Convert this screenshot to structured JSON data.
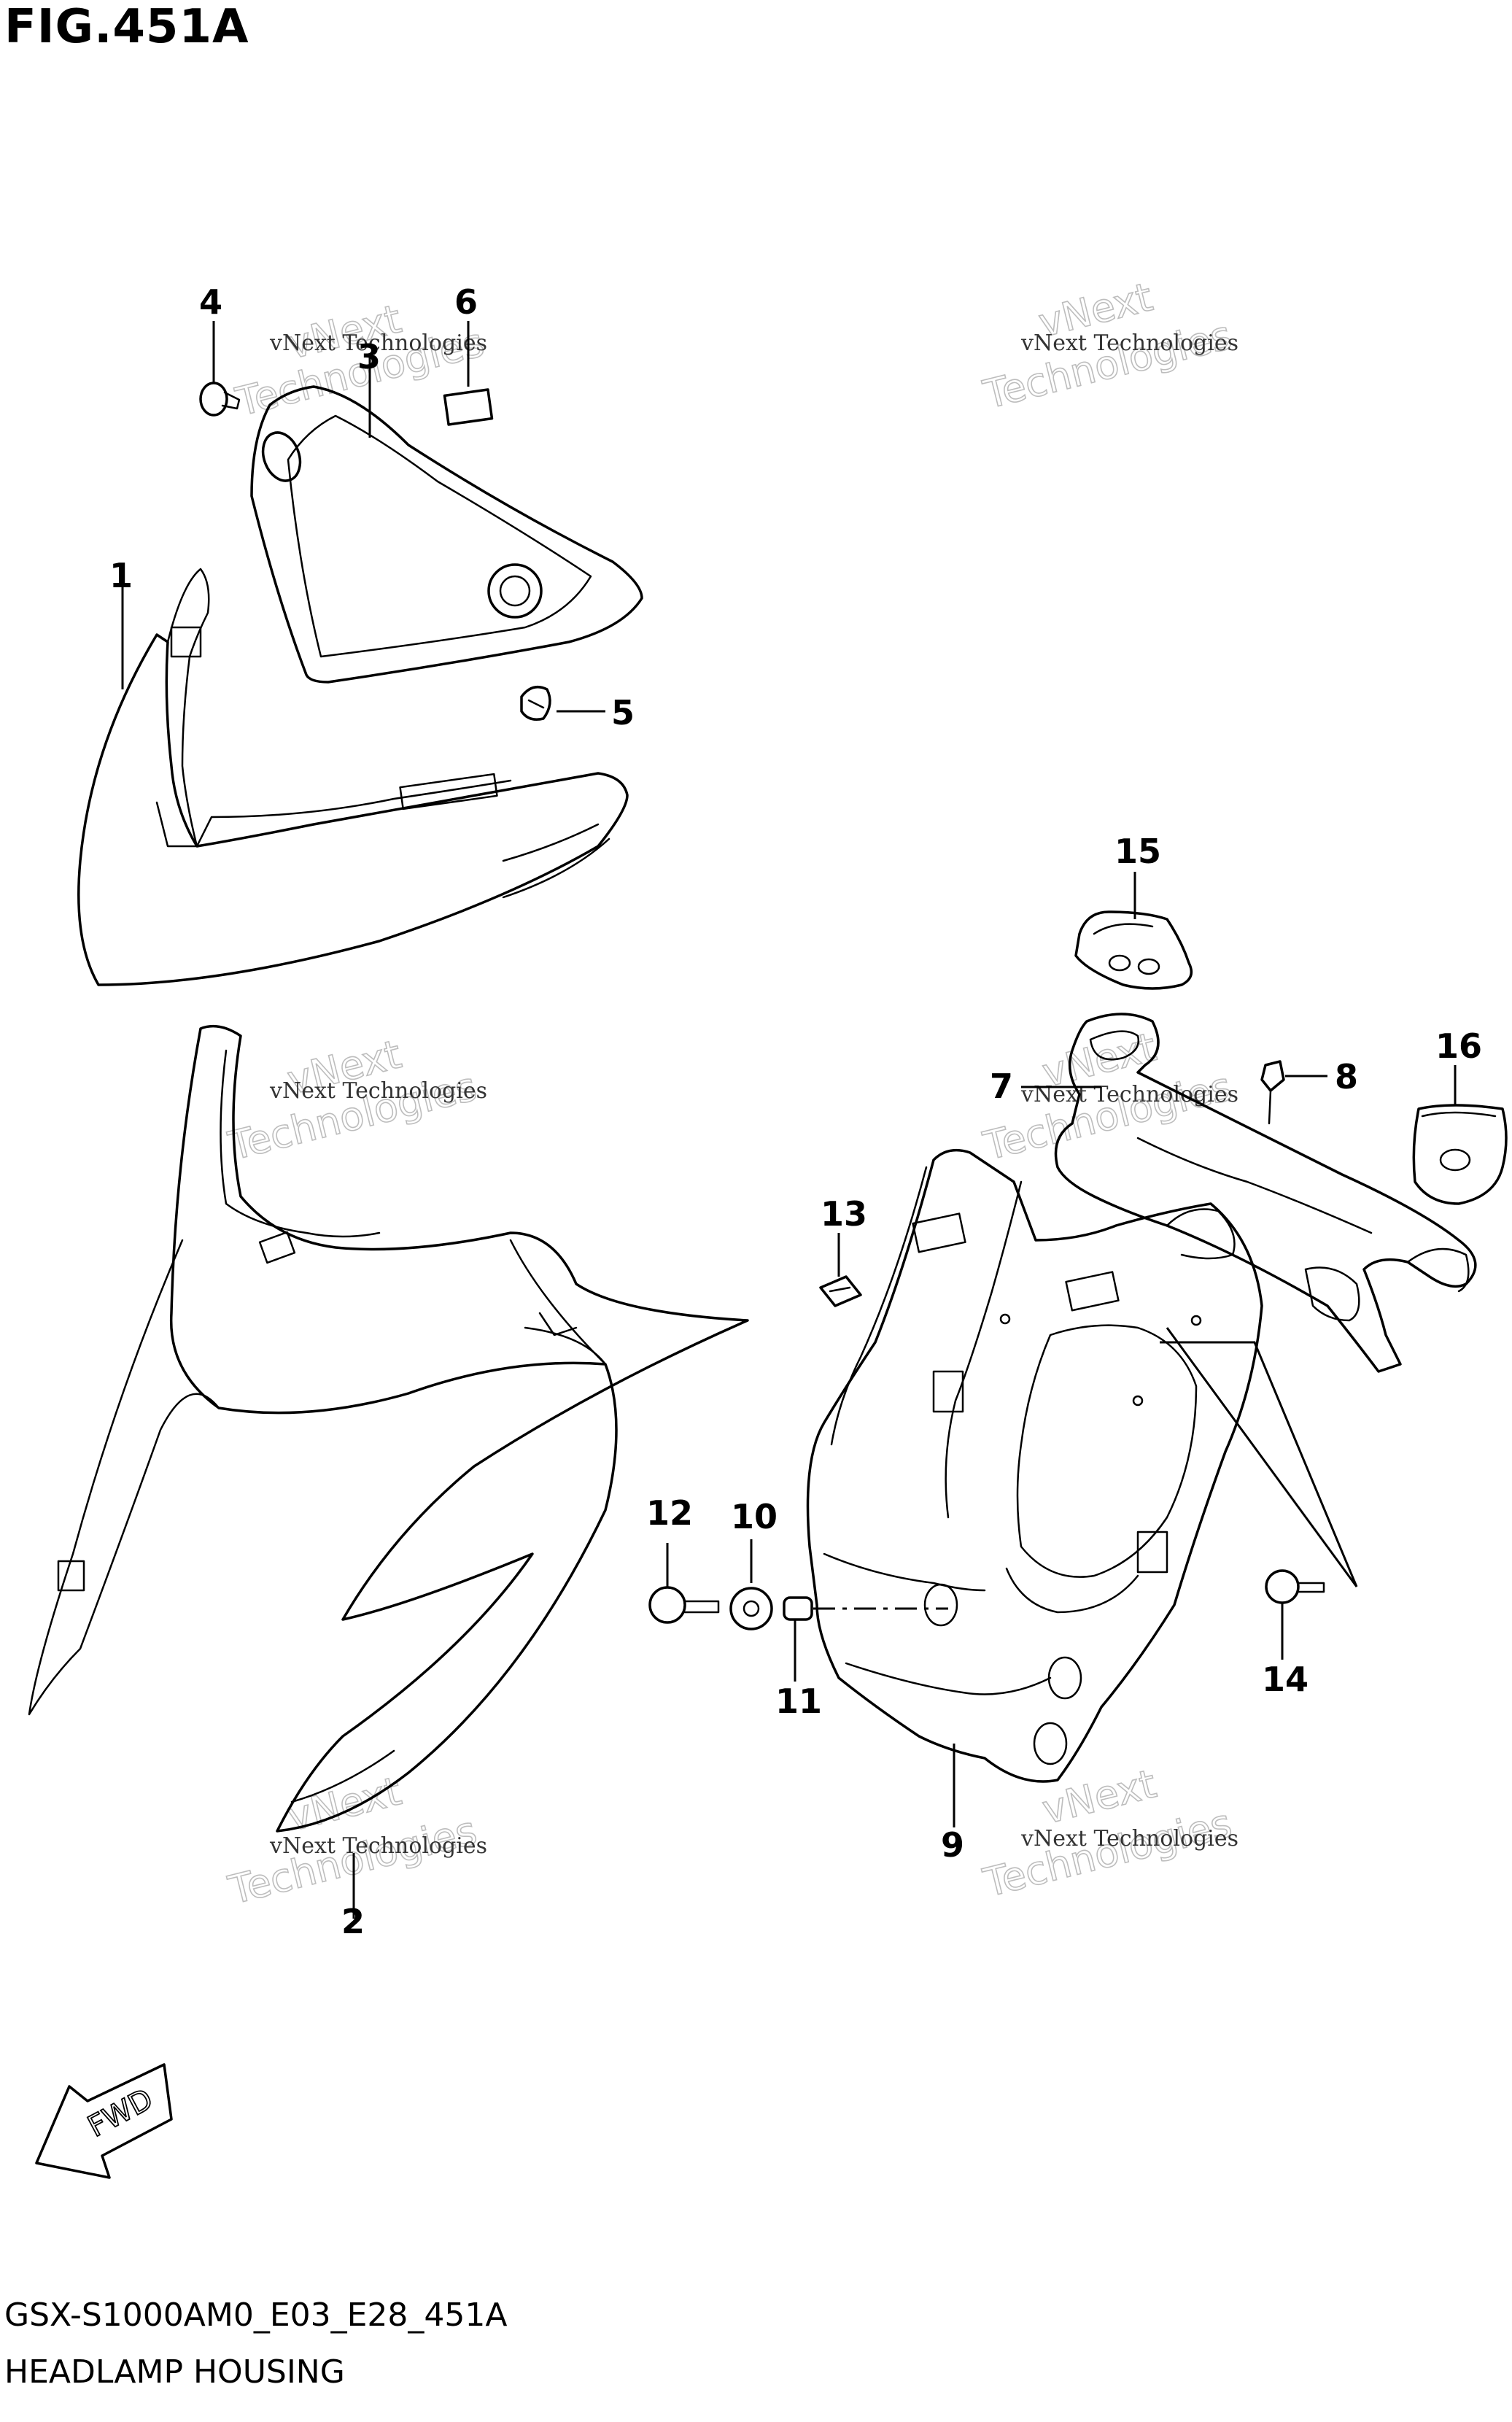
{
  "figure": {
    "title": "FIG.451A",
    "diagram_code": "GSX-S1000AM0_E03_E28_451A",
    "diagram_name": "HEADLAMP HOUSING"
  },
  "callouts": [
    "1",
    "2",
    "3",
    "4",
    "5",
    "6",
    "7",
    "8",
    "9",
    "10",
    "11",
    "12",
    "13",
    "14",
    "15",
    "16"
  ],
  "watermark": {
    "line_small": "vNext Technologies",
    "line_large_1": "vNext",
    "line_large_2": "Technologies"
  },
  "direction_arrow": "FWD"
}
